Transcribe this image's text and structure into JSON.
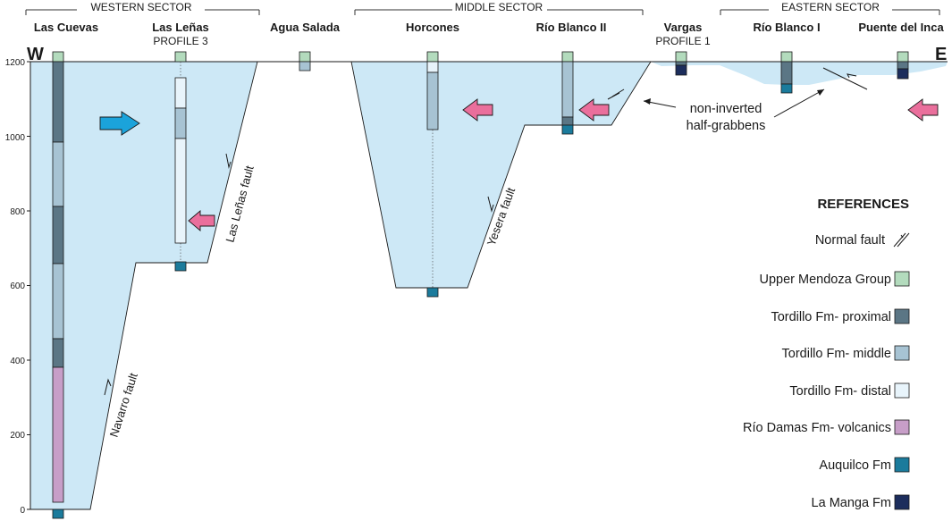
{
  "sectors": {
    "western": "WESTERN SECTOR",
    "middle": "MIDDLE SECTOR",
    "eastern": "EASTERN SECTOR"
  },
  "localities": {
    "las_cuevas": "Las Cuevas",
    "las_lenas": "Las Leñas",
    "las_lenas_sub": "PROFILE 3",
    "agua_salada": "Agua Salada",
    "horcones": "Horcones",
    "rio_blanco_ii": "Río Blanco II",
    "vargas": "Vargas",
    "vargas_sub": "PROFILE 1",
    "rio_blanco_i": "Río Blanco I",
    "puente_del_inca": "Puente del Inca"
  },
  "orientation": {
    "west": "W",
    "east": "E"
  },
  "y_axis": {
    "ticks": [
      "0",
      "200",
      "400",
      "600",
      "800",
      "1000",
      "1200"
    ]
  },
  "faults": {
    "navarro": "Navarro fault",
    "las_lenas": "Las Leñas fault",
    "yesera": "Yesera fault"
  },
  "annotation": {
    "line1": "non-inverted",
    "line2": "half-grabbens"
  },
  "references": {
    "title": "REFERENCES",
    "normal_fault": "Normal fault",
    "items": [
      "Upper Mendoza Group",
      "Tordillo Fm- proximal",
      "Tordillo Fm- middle",
      "Tordillo Fm- distal",
      "Río Damas Fm- volcanics",
      "Auquilco Fm",
      "La Manga Fm"
    ]
  },
  "colors": {
    "basin_fill": "#cde8f6",
    "upper_mendoza": "#b3dbbd",
    "tordillo_proximal": "#5b7685",
    "tordillo_middle": "#a7c3d3",
    "tordillo_distal": "#e8f4fb",
    "rio_damas": "#c79ec8",
    "auquilco": "#1b7b9c",
    "la_manga": "#1c2d5c",
    "arrow_blue": "#1ba3db",
    "arrow_pink": "#ea6f9c"
  }
}
